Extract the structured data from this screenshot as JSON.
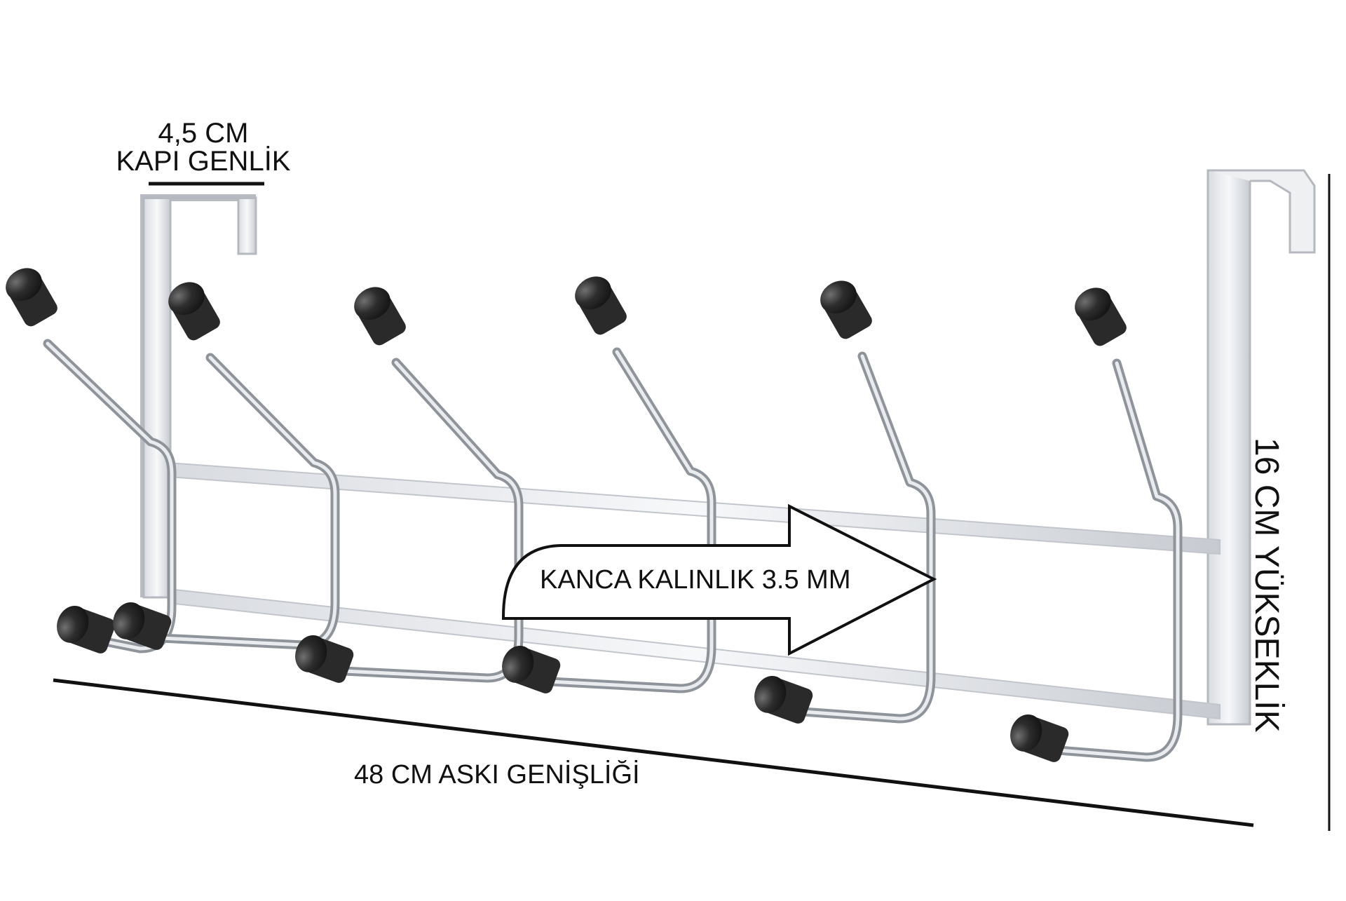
{
  "labels": {
    "door_width_value": "4,5 CM",
    "door_width_caption": "KAPI GENLİK",
    "hook_thickness": "KANCA KALINLIK 3.5 MM",
    "rack_width": "48 CM ASKI GENİŞLİĞİ",
    "rack_height": "16 CM YÜKSEKLİK"
  },
  "product": {
    "hook_count": 6,
    "colors": {
      "chrome": "#b8bcc2",
      "chrome_light": "#e9ebee",
      "knob": "#2a2a2a",
      "knob_highlight": "#6a6a6a",
      "outline": "#111111"
    }
  }
}
